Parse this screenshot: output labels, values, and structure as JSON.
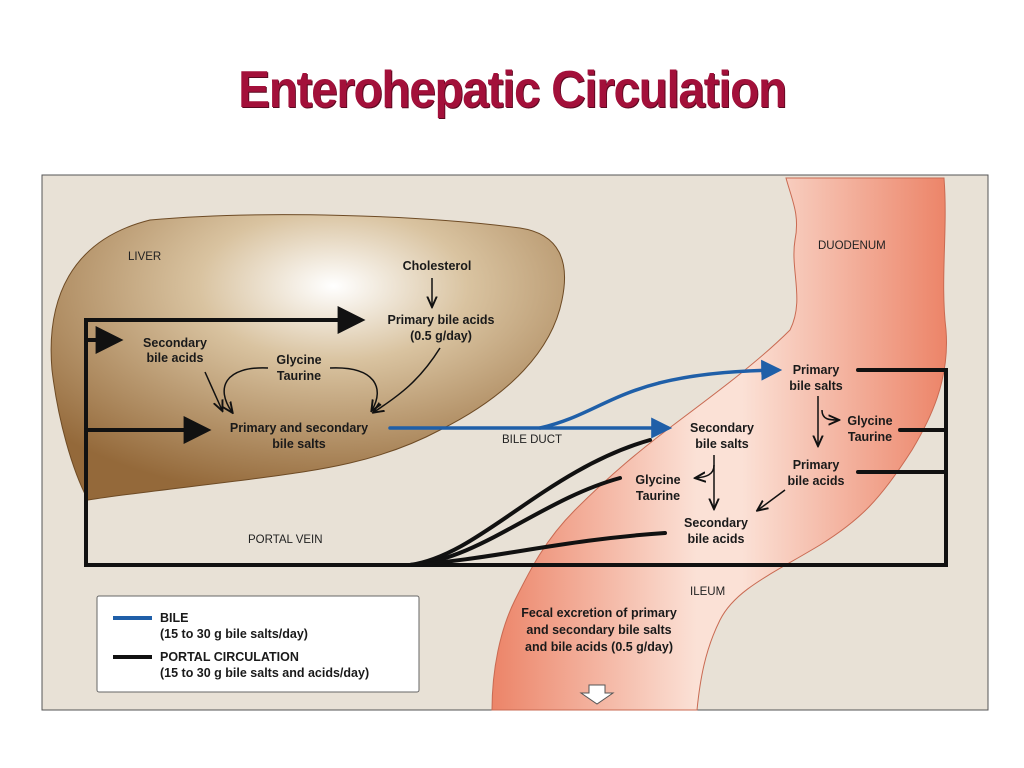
{
  "title": "Enterohepatic Circulation",
  "colors": {
    "title": "#a3103a",
    "bile": "#1f5fa8",
    "portal": "#111111",
    "liver": "#9c7440",
    "intestine": "#f19a7e",
    "panel": "#e8e1d6"
  },
  "labels": {
    "liver": "LIVER",
    "duodenum": "DUODENUM",
    "ileum": "ILEUM",
    "portal_vein": "PORTAL VEIN",
    "bile_duct": "BILE DUCT",
    "cholesterol": "Cholesterol",
    "primary_bile_acids_1": "Primary bile acids",
    "primary_bile_acids_2": "(0.5 g/day)",
    "secondary_bile_acids_liver_1": "Secondary",
    "secondary_bile_acids_liver_2": "bile acids",
    "glycine_liver": "Glycine",
    "taurine_liver": "Taurine",
    "prim_sec_salts_1": "Primary and secondary",
    "prim_sec_salts_2": "bile salts",
    "primary_bile_salts_1": "Primary",
    "primary_bile_salts_2": "bile salts",
    "glycine_duo": "Glycine",
    "taurine_duo": "Taurine",
    "secondary_bile_salts_1": "Secondary",
    "secondary_bile_salts_2": "bile salts",
    "primary_bile_acids_int_1": "Primary",
    "primary_bile_acids_int_2": "bile acids",
    "glycine_ile": "Glycine",
    "taurine_ile": "Taurine",
    "secondary_bile_acids_int_1": "Secondary",
    "secondary_bile_acids_int_2": "bile acids",
    "fecal_1": "Fecal excretion of primary",
    "fecal_2": "and secondary bile salts",
    "fecal_3": "and bile acids (0.5 g/day)"
  },
  "legend": {
    "bile_title": "BILE",
    "bile_sub": "(15 to 30 g bile salts/day)",
    "portal_title": "PORTAL CIRCULATION",
    "portal_sub": "(15 to 30 g bile salts and acids/day)"
  }
}
